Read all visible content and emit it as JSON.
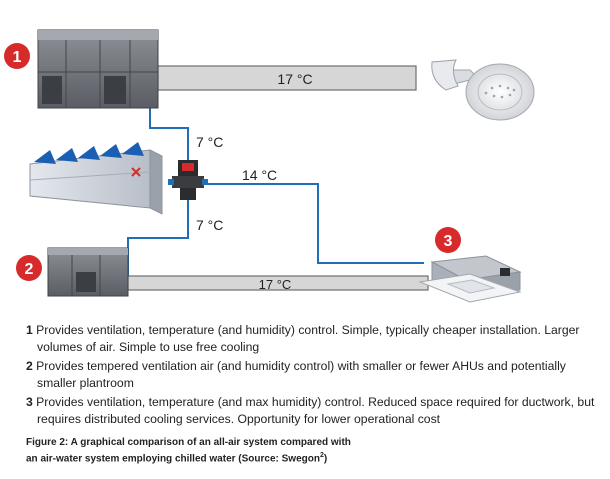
{
  "diagram": {
    "badges": [
      {
        "id": "1",
        "label": "1"
      },
      {
        "id": "2",
        "label": "2"
      },
      {
        "id": "3",
        "label": "3"
      }
    ],
    "temperatures": {
      "duct_top": "17 °C",
      "chw_upper": "7 °C",
      "chw_return": "14 °C",
      "chw_lower": "7 °C",
      "duct_bottom": "17 °C"
    },
    "colors": {
      "badge_red": "#d72a2a",
      "pipe_blue": "#1f6fb8",
      "duct_fill": "#d6d6d6",
      "duct_stroke": "#6e6e6e"
    },
    "icons": [
      "ahu-unit-icon",
      "chiller-icon",
      "pump-icon",
      "diffuser-icon",
      "cassette-unit-icon"
    ]
  },
  "notes": [
    {
      "num": "1",
      "text": "Provides ventilation, temperature (and humidity) control. Simple, typically cheaper installation. Larger volumes of air. Simple to use free cooling"
    },
    {
      "num": "2",
      "text": "Provides tempered ventilation air (and humidity control) with smaller or fewer AHUs and potentially smaller plantroom"
    },
    {
      "num": "3",
      "text": "Provides ventilation, temperature (and max humidity) control. Reduced space required for ductwork, but requires distributed cooling services. Opportunity for lower operational cost"
    }
  ],
  "caption": {
    "line1": "Figure 2: A graphical comparison of an all-air system compared with",
    "line2": "an air-water system employing chilled water (Source: Swegon",
    "sup": "2",
    "end": ")"
  }
}
